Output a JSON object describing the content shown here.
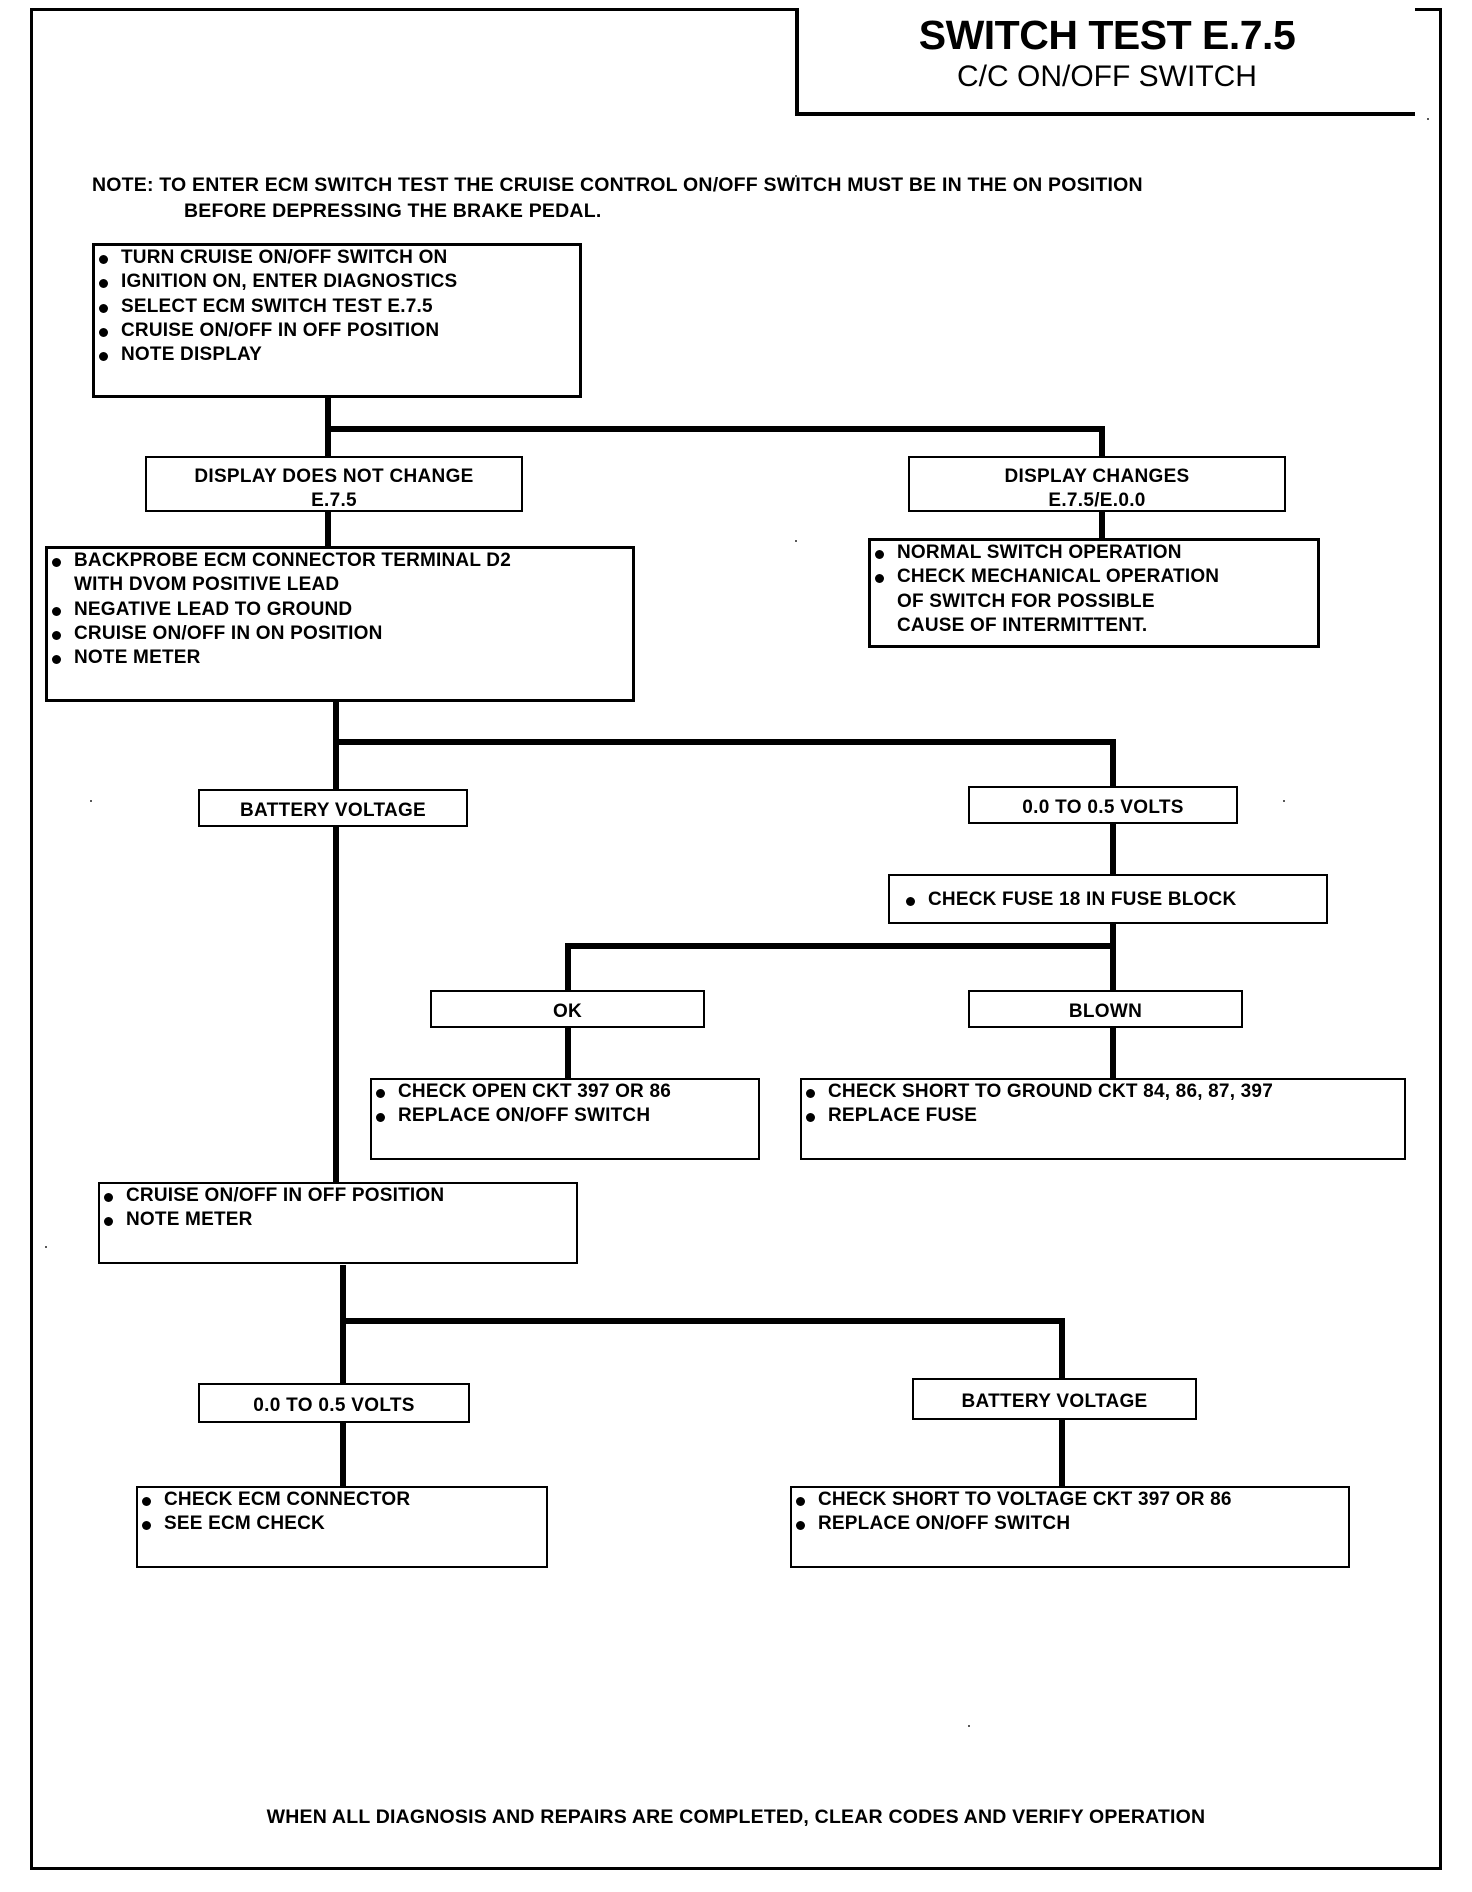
{
  "title": {
    "main": "SWITCH TEST E.7.5",
    "sub": "C/C ON/OFF SWITCH"
  },
  "note": {
    "line1": "NOTE: TO ENTER ECM SWITCH TEST THE CRUISE CONTROL ON/OFF SWITCH MUST BE IN THE ON POSITION",
    "line2": "BEFORE DEPRESSING THE BRAKE PEDAL."
  },
  "boxes": {
    "start": {
      "items": [
        "TURN CRUISE ON/OFF SWITCH ON",
        "IGNITION ON, ENTER DIAGNOSTICS",
        "SELECT ECM SWITCH TEST E.7.5",
        "CRUISE ON/OFF IN OFF POSITION",
        "NOTE DISPLAY"
      ]
    },
    "display_no_change": {
      "line1": "DISPLAY DOES NOT CHANGE",
      "line2": "E.7.5"
    },
    "display_changes": {
      "line1": "DISPLAY CHANGES",
      "line2": "E.7.5/E.0.0"
    },
    "backprobe": {
      "items": [
        "BACKPROBE ECM CONNECTOR TERMINAL D2",
        "WITH DVOM POSITIVE LEAD",
        "NEGATIVE LEAD TO GROUND",
        "CRUISE ON/OFF IN ON POSITION",
        "NOTE METER"
      ]
    },
    "normal_operation": {
      "items": [
        "NORMAL SWITCH OPERATION",
        "CHECK MECHANICAL OPERATION",
        "OF SWITCH  FOR POSSIBLE",
        "CAUSE OF INTERMITTENT."
      ]
    },
    "battery_voltage_1": {
      "label": "BATTERY VOLTAGE"
    },
    "volts_low_1": {
      "label": "0.0 TO 0.5 VOLTS"
    },
    "check_fuse": {
      "items": [
        "CHECK FUSE 18 IN FUSE BLOCK"
      ]
    },
    "ok": {
      "label": "OK"
    },
    "blown": {
      "label": "BLOWN"
    },
    "ok_actions": {
      "items": [
        "CHECK OPEN CKT 397 OR 86",
        "REPLACE ON/OFF SWITCH"
      ]
    },
    "blown_actions": {
      "items": [
        "CHECK SHORT TO GROUND CKT 84, 86, 87, 397",
        "REPLACE FUSE"
      ]
    },
    "cruise_off": {
      "items": [
        "CRUISE ON/OFF IN OFF POSITION",
        "NOTE METER"
      ]
    },
    "volts_low_2": {
      "label": "0.0 TO 0.5 VOLTS"
    },
    "battery_voltage_2": {
      "label": "BATTERY VOLTAGE"
    },
    "ecm_check": {
      "items": [
        "CHECK ECM CONNECTOR",
        "SEE ECM CHECK"
      ]
    },
    "short_to_voltage": {
      "items": [
        "CHECK SHORT TO VOLTAGE CKT 397 OR 86",
        "REPLACE ON/OFF SWITCH"
      ]
    }
  },
  "footer": "WHEN ALL DIAGNOSIS AND REPAIRS ARE COMPLETED, CLEAR CODES AND VERIFY OPERATION"
}
